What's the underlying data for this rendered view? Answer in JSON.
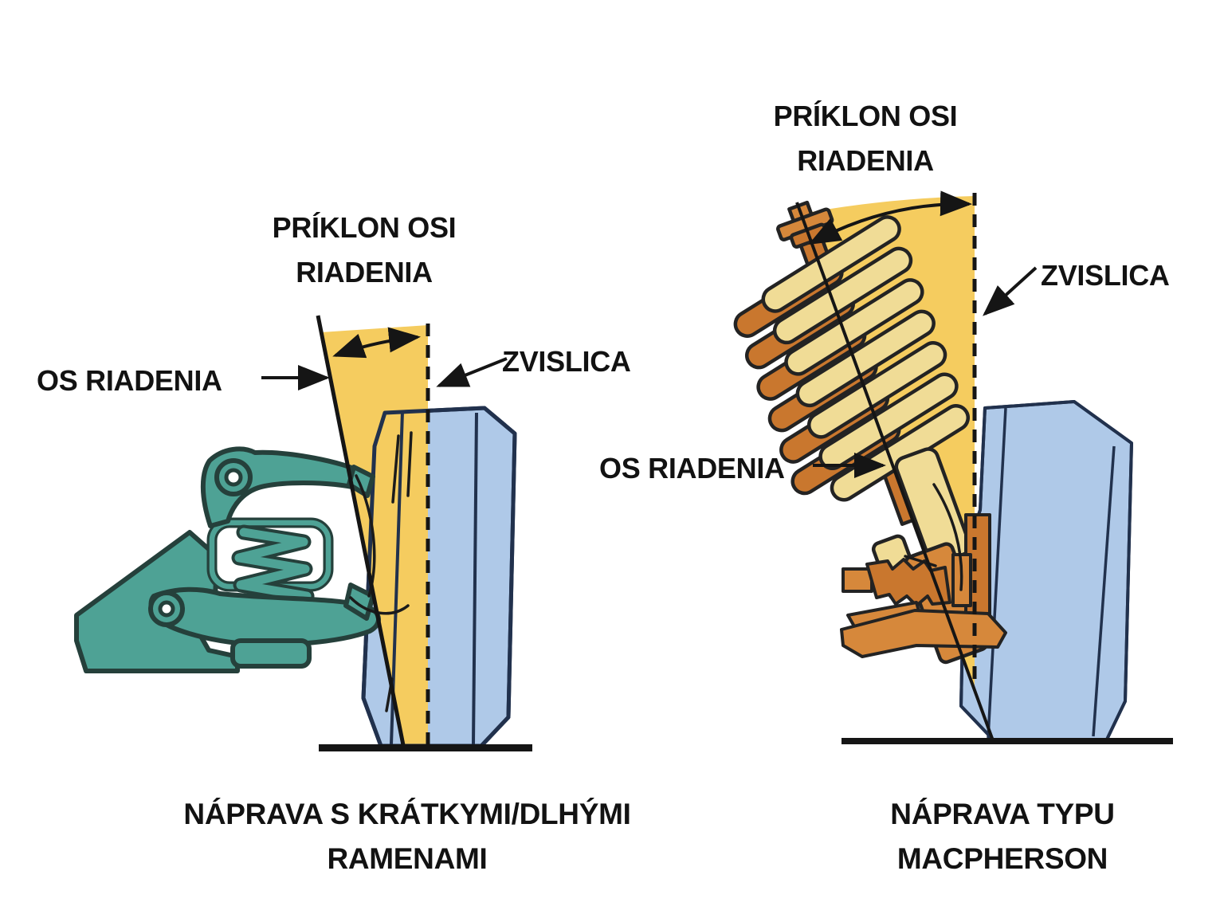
{
  "page": {
    "background": "#ffffff"
  },
  "colors": {
    "wedge_yellow": "#F5CC5F",
    "tire_blue": "#AFC9E8",
    "tire_outline": "#21314d",
    "teal_fill": "#4EA295",
    "teal_outline": "#25403B",
    "orange": "#D6883B",
    "orange_dark": "#C9772E",
    "spring_cream": "#F0DC96",
    "ink_black": "#151515"
  },
  "left_diagram": {
    "title": {
      "line1": "PRÍKLON OSI",
      "line2": "RIADENIA"
    },
    "labels": {
      "steering_axis": "OS RIADENIA",
      "vertical": "ZVISLICA"
    },
    "caption": {
      "line1": "NÁPRAVA S KRÁTKYMI/DLHÝMI",
      "line2": "RAMENAMI"
    }
  },
  "right_diagram": {
    "title": {
      "line1": "PRÍKLON OSI",
      "line2": "RIADENIA"
    },
    "labels": {
      "steering_axis": "OS RIADENIA",
      "vertical": "ZVISLICA"
    },
    "caption": {
      "line1": "NÁPRAVA TYPU",
      "line2": "MACPHERSON"
    }
  }
}
